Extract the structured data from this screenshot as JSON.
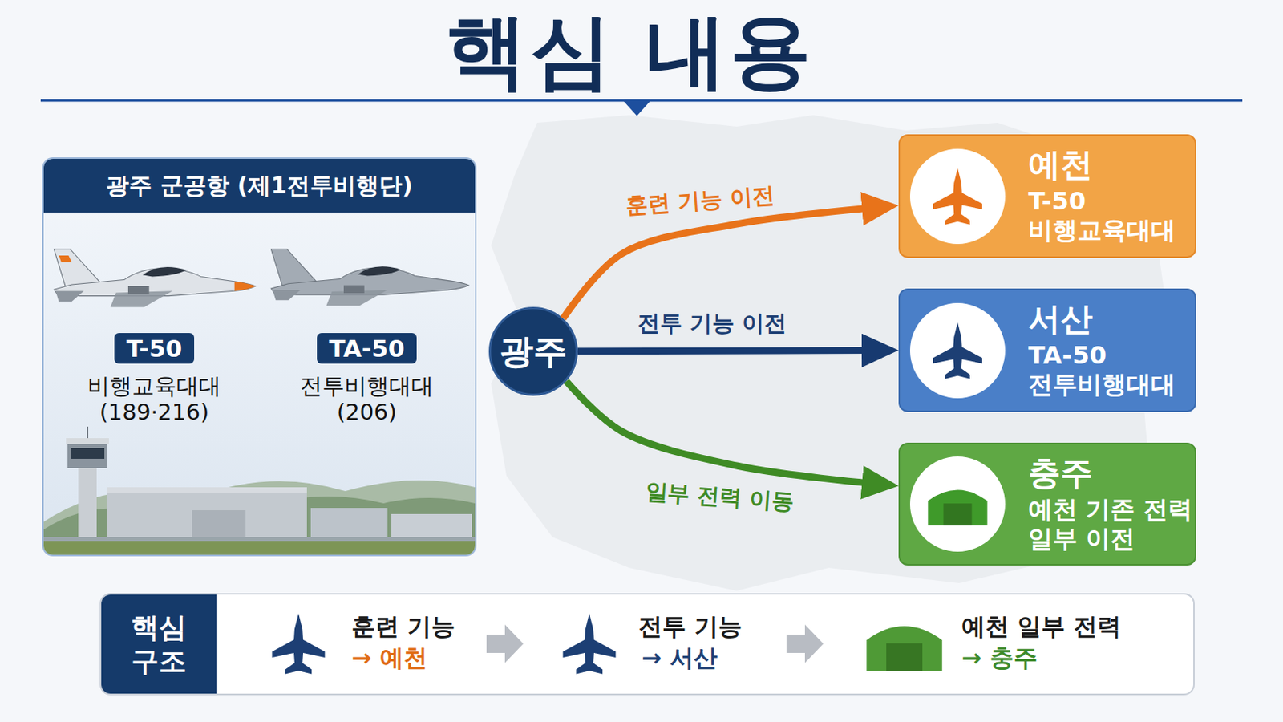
{
  "diagram": {
    "title": "핵심 내용",
    "nodes": [
      {
        "text": [
          "광주 군공항 (제1전투비행단)"
        ]
      },
      {
        "text": [
          "T-50",
          "비행교육대대 (189·216)"
        ],
        "in": 0
      },
      {
        "text": [
          "TA-50",
          "전투비행대대 (206)"
        ],
        "in": 0
      },
      {
        "text": [
          "광주"
        ]
      },
      {
        "text": [
          "예천",
          "T-50 비행교육대대"
        ]
      },
      {
        "text": [
          "서산",
          "TA-50 전투비행대대"
        ]
      },
      {
        "text": [
          "충주",
          "예천 기존 전력 일부 이전"
        ]
      },
      {
        "text": [
          "핵심 구조"
        ]
      }
    ],
    "edges": [
      {
        "from": 3,
        "to": 4,
        "label": "훈련 기능 이전",
        "arrow": "to"
      },
      {
        "from": 3,
        "to": 5,
        "label": "전투 기능 이전",
        "arrow": "to"
      },
      {
        "from": 3,
        "to": 6,
        "label": "일부 전력 이동",
        "arrow": "to"
      }
    ],
    "labels": [
      "훈련 기능",
      "→ 예천",
      "전투 기능",
      "→ 서산",
      "예천 일부 전력",
      "→ 충주"
    ]
  }
}
